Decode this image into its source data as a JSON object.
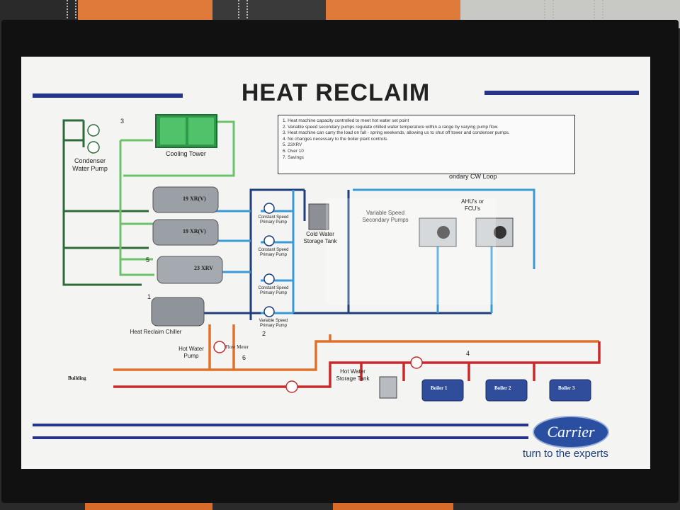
{
  "poster": {
    "title": "HEAT RECLAIM",
    "notes": [
      "1. Heat machine capacity controlled to meet hot water set point",
      "2. Variable speed secondary pumps regulate chilled water temperature within a range by varying pump flow.",
      "3. Heat machine can carry the load on fall - spring weekends, allowing us to shut off tower and condenser pumps.",
      "4. No changes necessary to the boiler plant controls.",
      "5. 23XRV",
      "6. Over 10",
      "7. Savings"
    ],
    "labels": {
      "cooling_tower": "Cooling Tower",
      "condenser_pump": "Condenser Water Pump",
      "chiller_a": "19 XR(V)",
      "chiller_b": "19 XR(V)",
      "chiller_c": "23 XRV",
      "csp1": "Constant Speed Primary Pump",
      "csp2": "Constant Speed Primary Pump",
      "csp3": "Constant Speed Primary Pump",
      "vsp": "Variable Speed Primary Pump",
      "cold_storage": "Cold Water Storage Tank",
      "vs_secondary": "Variable Speed Secondary Pumps",
      "cw_loop": "ondary CW Loop",
      "ahu": "AHU's or FCU's",
      "heat_reclaim": "Heat Reclaim Chiller",
      "hw_pump": "Hot Water Pump",
      "flow_meter": "Flow Meter",
      "building": "Building",
      "hw_storage": "Hot Water Storage Tank",
      "boiler1": "Boiler 1",
      "boiler2": "Boiler 2",
      "boiler3": "Boiler 3"
    },
    "callouts": {
      "n1": "1",
      "n2": "2",
      "n3": "3",
      "n4": "4",
      "n5": "5",
      "n6": "6"
    },
    "brand": {
      "logo": "Carrier",
      "tagline": "turn to the experts"
    }
  },
  "colors": {
    "condenser": "#5aa84a",
    "chilled": "#1e5b9c",
    "secondary": "#3a9ad6",
    "hot_orange": "#e0712a",
    "hot_red": "#c62a2a",
    "stripe": "#25338a"
  }
}
